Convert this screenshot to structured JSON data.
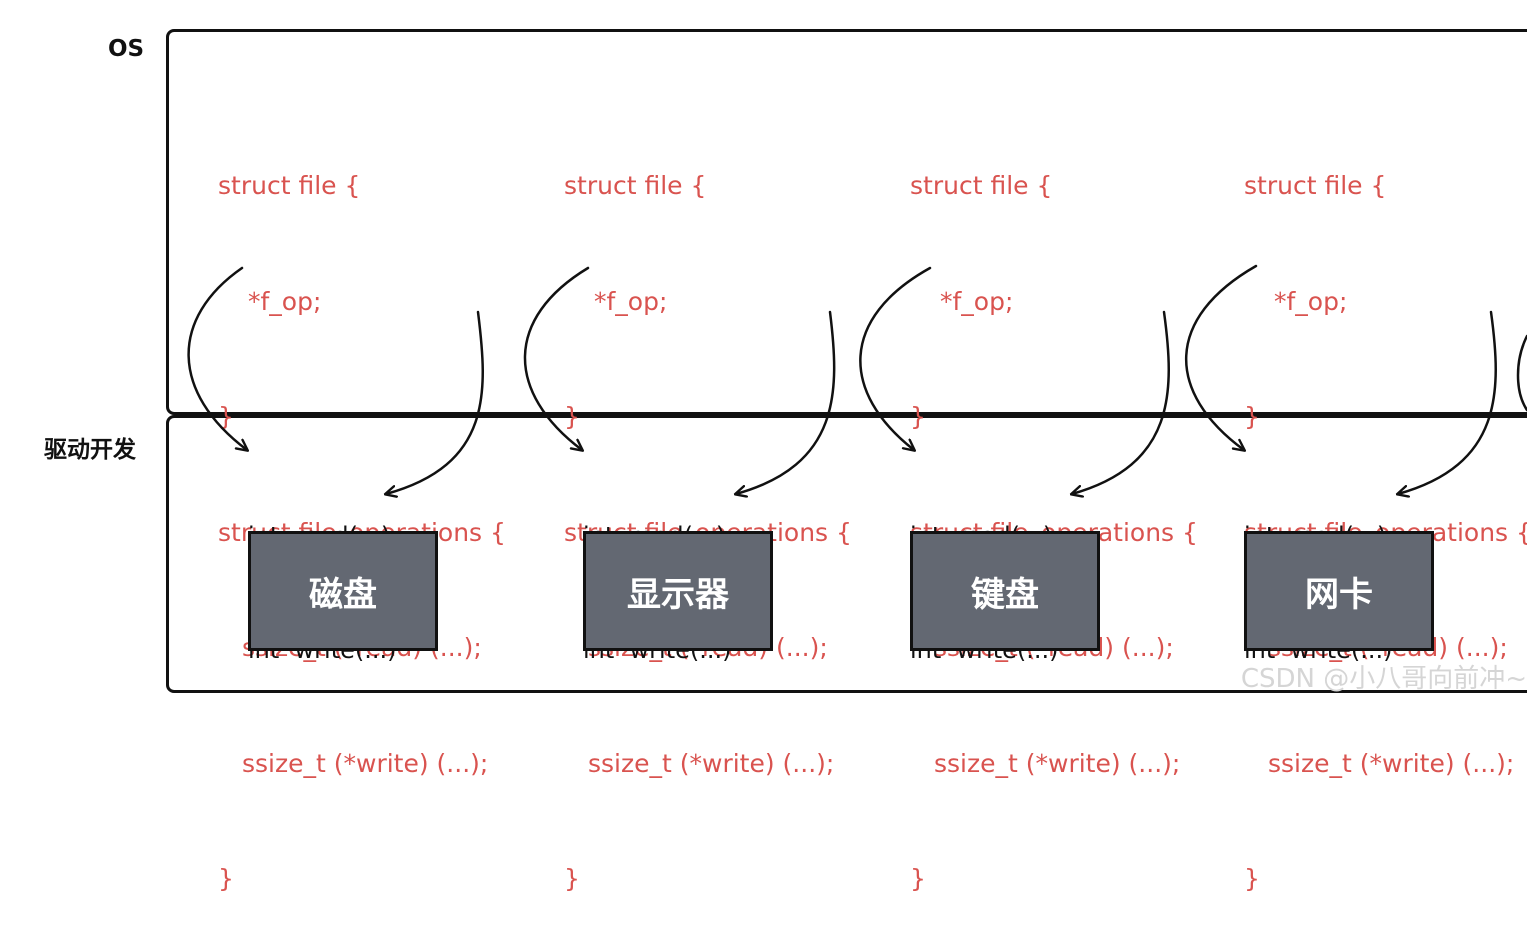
{
  "layers": {
    "os": "OS",
    "driver": "驱动开发"
  },
  "columns": [
    {
      "code": [
        "struct file {",
        "*f_op;",
        "}",
        "struct file_operations {",
        "ssize_t (*read) (...);",
        "ssize_t (*write) (...);",
        "}"
      ],
      "driver": [
        "int  read(...)",
        "int  write(...)"
      ],
      "device": "磁盘"
    },
    {
      "code": [
        "struct file {",
        "*f_op;",
        "}",
        "struct file_operations {",
        "ssize_t (*read) (...);",
        "ssize_t (*write) (...);",
        "}"
      ],
      "driver": [
        "int  read(...)",
        "int  write(...)"
      ],
      "device": "显示器"
    },
    {
      "code": [
        "struct file {",
        "*f_op;",
        "}",
        "struct file_operations {",
        "ssize_t (*read) (...);",
        "ssize_t (*write) (...);",
        "}"
      ],
      "driver": [
        "int  read(...)",
        "int  write(...)"
      ],
      "device": "键盘"
    },
    {
      "code": [
        "struct file {",
        "*f_op;",
        "}",
        "struct file_operations {",
        "ssize_t (*read) (...);",
        "ssize_t (*write) (...);",
        "}"
      ],
      "driver": [
        "int  read(...)",
        "int  write(...)"
      ],
      "device": "网卡"
    }
  ],
  "watermark": "CSDN @小八哥向前冲~",
  "colors": {
    "code_text": "#d9534f",
    "device_fill": "#636872",
    "stroke": "#111111"
  }
}
